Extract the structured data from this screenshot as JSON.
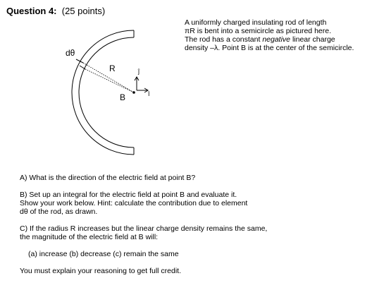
{
  "heading": {
    "label": "Question 4:",
    "points": "(25 points)"
  },
  "intro": {
    "line1": "A uniformly charged insulating rod of length",
    "line2": "πR is bent into a semicircle as pictured here.",
    "line3_pre": "The rod has a constant ",
    "line3_em": "negative",
    "line3_post": " linear charge",
    "line4": "density –λ. Point B is at the center of the semicircle."
  },
  "figure": {
    "label_dtheta": "dθ",
    "label_R": "R",
    "label_B": "B",
    "label_j": "ĵ",
    "label_i": "î"
  },
  "questions": {
    "a": "A) What is the direction of the electric field at point B?",
    "b1": "B) Set up an integral for the electric field at point B and evaluate it.",
    "b2": "Show your work below. Hint: calculate the contribution due to element",
    "b3": "dθ of the rod, as drawn.",
    "c1": "C) If the radius R increases but the linear charge density remains the same,",
    "c2": "the magnitude of the electric field at B will:",
    "choices": "(a) increase   (b) decrease  (c) remain the same",
    "note": "You must explain your reasoning to get full credit."
  }
}
